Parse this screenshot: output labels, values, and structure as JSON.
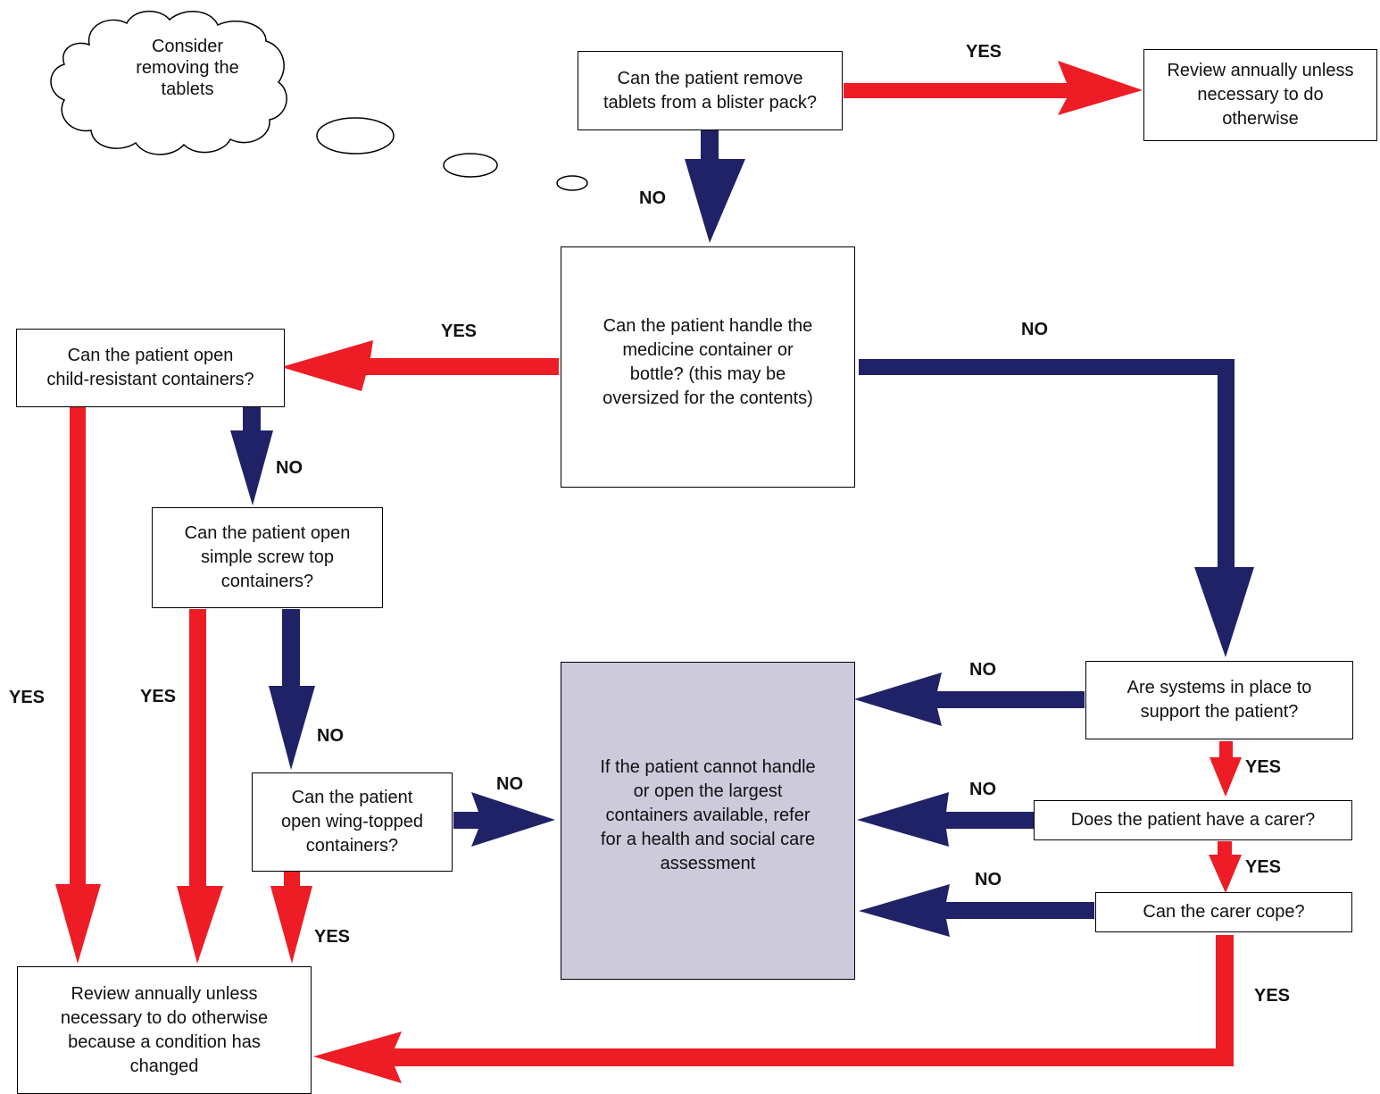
{
  "colors": {
    "yes_arrow": "#ee1c25",
    "no_arrow": "#1f2266",
    "shaded_box": "#cdcadb"
  },
  "thought": {
    "text": "Consider\nremoving the\ntablets"
  },
  "boxes": {
    "blister": "Can the patient remove\ntablets from a blister pack?",
    "review_top": "Review annually unless\nnecessary to do\notherwise",
    "handle": "Can the patient handle the\nmedicine container or\nbottle? (this may be\noversized for the contents)",
    "child_resistant": "Can the patient open\nchild-resistant containers?",
    "screw_top": "Can the patient open\nsimple screw top\ncontainers?",
    "wing_top": "Can the patient\nopen wing-topped\ncontainers?",
    "refer": "If the patient cannot handle\nor open the largest\ncontainers available, refer\nfor a health and social care\nassessment",
    "systems": "Are systems in place to\nsupport the patient?",
    "carer": "Does the patient have a carer?",
    "cope": "Can the carer cope?",
    "review_bottom": "Review annually unless\nnecessary to do otherwise\nbecause a condition has\nchanged"
  },
  "labels": {
    "yes_blister": "YES",
    "no_blister": "NO",
    "yes_handle": "YES",
    "no_handle": "NO",
    "no_child": "NO",
    "yes_child": "YES",
    "yes_screw": "YES",
    "no_screw": "NO",
    "no_wing": "NO",
    "yes_wing": "YES",
    "no_systems": "NO",
    "yes_systems": "YES",
    "no_carer": "NO",
    "yes_carer": "YES",
    "no_cope": "NO",
    "yes_cope": "YES"
  }
}
